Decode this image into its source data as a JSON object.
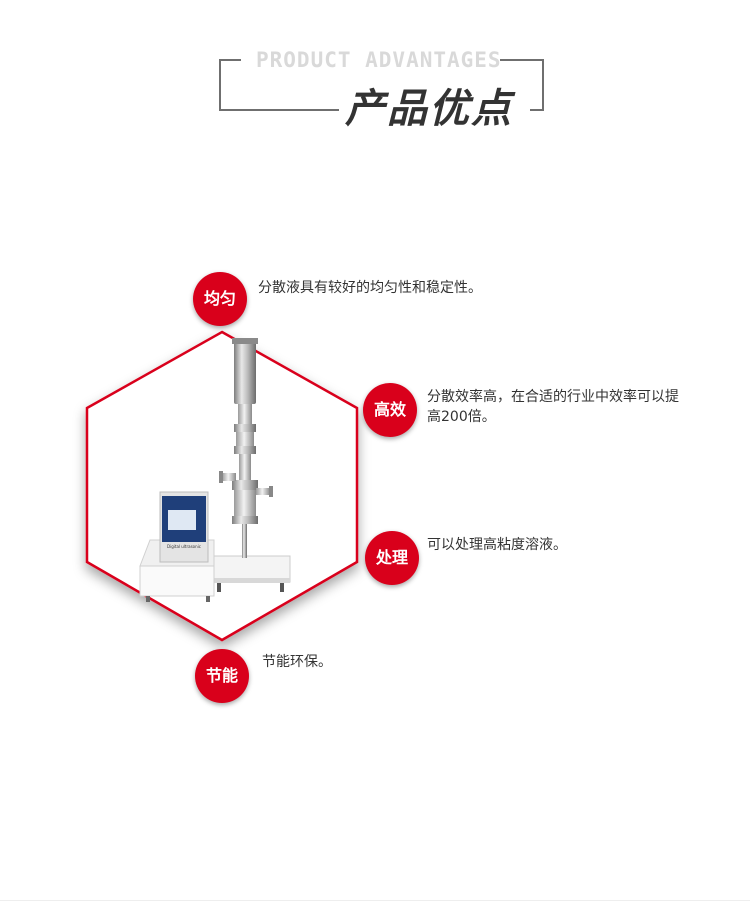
{
  "header": {
    "title_en": "PRODUCT ADVANTAGES",
    "title_cn": "产品优点"
  },
  "advantages": [
    {
      "badge": "均匀",
      "text": "分散液具有较好的均匀性和稳定性。"
    },
    {
      "badge": "高效",
      "text": "分散效率高，在合适的行业中效率可以提高200倍。"
    },
    {
      "badge": "处理",
      "text": "可以处理高粘度溶液。"
    },
    {
      "badge": "节能",
      "text": "节能环保。"
    }
  ],
  "product": {
    "screen_label": "Digital ultrasonic"
  },
  "colors": {
    "accent": "#d9001b",
    "frame": "#6f6f6f",
    "title_light": "#d9d9d9",
    "title_dark": "#333333"
  }
}
